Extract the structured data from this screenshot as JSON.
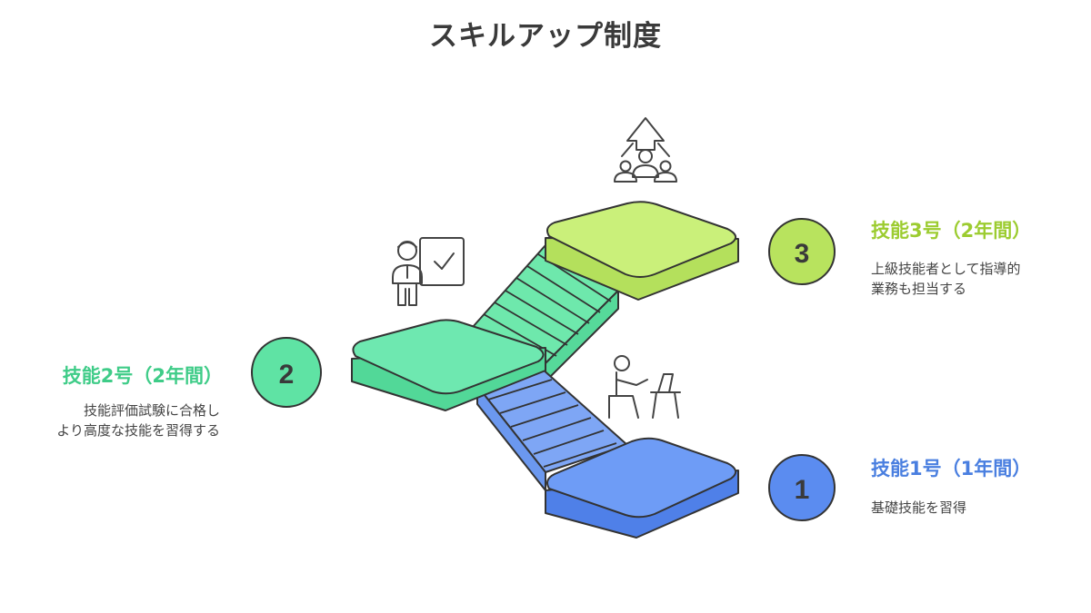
{
  "title": "スキルアップ制度",
  "colors": {
    "stage1": "#5b8cf0",
    "stage1_side": "#4f80e8",
    "stage1_text": "#4a7fe0",
    "stage2": "#5fe3a4",
    "stage2_side": "#52d898",
    "stage2_text": "#3fcc88",
    "stage3": "#c6ec72",
    "stage3_side": "#b4e05c",
    "stage3_text": "#9ccc30",
    "outline": "#333333"
  },
  "stages": [
    {
      "number": "1",
      "label": "技能1号（1年間）",
      "desc_lines": [
        "基礎技能を習得"
      ],
      "icon": "student-at-desk-icon"
    },
    {
      "number": "2",
      "label": "技能2号（2年間）",
      "desc_lines": [
        "技能評価試験に合格し",
        "より高度な技能を習得する"
      ],
      "icon": "worker-checklist-icon"
    },
    {
      "number": "3",
      "label": "技能3号（2年間）",
      "desc_lines": [
        "上級技能者として指導的",
        "業務も担当する"
      ],
      "icon": "team-growth-icon"
    }
  ]
}
